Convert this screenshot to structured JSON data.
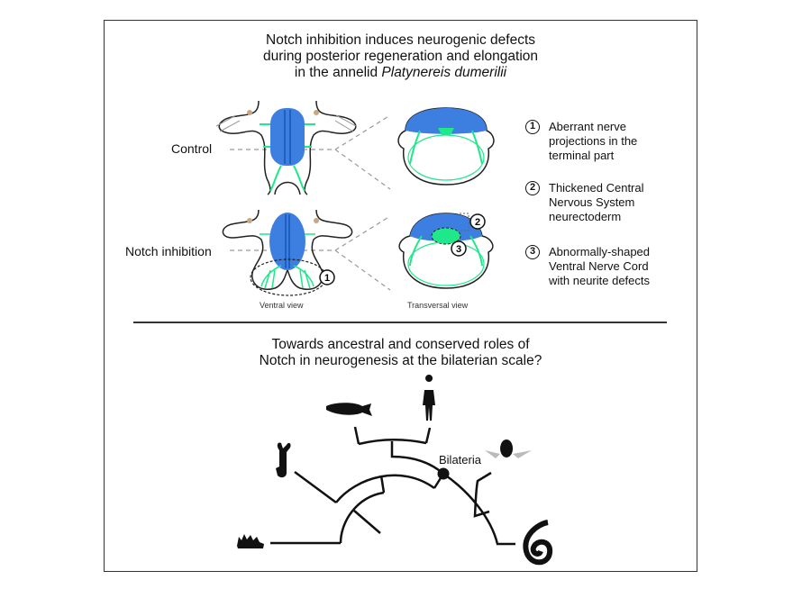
{
  "title": {
    "line1": "Notch inhibition induces neurogenic defects",
    "line2": "during posterior regeneration and elongation",
    "line3_prefix": "in the annelid ",
    "line3_species": "Platynereis dumerilii"
  },
  "conditions": {
    "control": "Control",
    "notch": "Notch inhibition"
  },
  "views": {
    "ventral": "Ventral view",
    "transversal": "Transversal view"
  },
  "legend": [
    {
      "num": "1",
      "text": "Aberrant nerve projections in the terminal part"
    },
    {
      "num": "2",
      "text": "Thickened Central Nervous System neurectoderm"
    },
    {
      "num": "3",
      "text": "Abnormally-shaped Ventral Nerve Cord with neurite defects"
    }
  ],
  "question": {
    "line1": "Towards ancestral and conserved roles of",
    "line2": "Notch in neurogenesis at the bilaterian scale?"
  },
  "tree": {
    "node_label": "Bilateria"
  },
  "colors": {
    "blue": "#3d7fe0",
    "green": "#1ee88a",
    "tan": "#c8a882"
  }
}
